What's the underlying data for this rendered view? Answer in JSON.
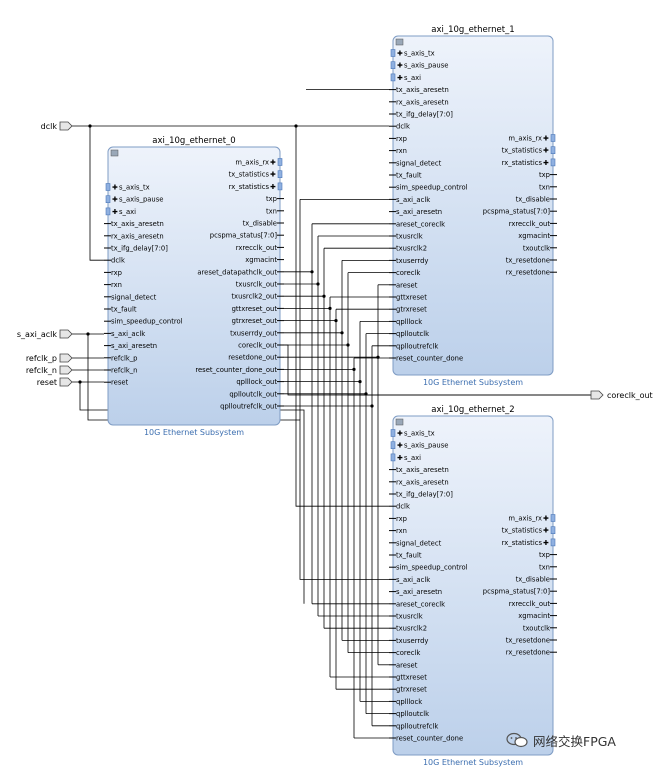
{
  "ports": {
    "dclk": "dclk",
    "s_axi_aclk": "s_axi_aclk",
    "refclk_p": "refclk_p",
    "refclk_n": "refclk_n",
    "reset": "reset",
    "coreclk_out": "coreclk_out"
  },
  "blocks": [
    {
      "name": "axi_10g_ethernet_0",
      "subtitle": "10G Ethernet Subsystem",
      "left_pins": [
        "s_axis_tx",
        "s_axis_pause",
        "s_axi",
        "tx_axis_aresetn",
        "rx_axis_aresetn",
        "tx_ifg_delay[7:0]",
        "dclk",
        "rxp",
        "rxn",
        "signal_detect",
        "tx_fault",
        "sim_speedup_control",
        "s_axi_aclk",
        "s_axi_aresetn",
        "refclk_p",
        "refclk_n",
        "reset"
      ],
      "right_pins": [
        "m_axis_rx",
        "tx_statistics",
        "rx_statistics",
        "txp",
        "txn",
        "tx_disable",
        "pcspma_status[7:0]",
        "rxrecclk_out",
        "xgmacint",
        "areset_datapathclk_out",
        "txusrclk_out",
        "txusrclk2_out",
        "gttxreset_out",
        "gtrxreset_out",
        "txuserrdy_out",
        "coreclk_out",
        "resetdone_out",
        "reset_counter_done_out",
        "qplllock_out",
        "qplloutclk_out",
        "qplloutrefclk_out"
      ]
    },
    {
      "name": "axi_10g_ethernet_1",
      "subtitle": "10G Ethernet Subsystem",
      "left_pins": [
        "s_axis_tx",
        "s_axis_pause",
        "s_axi",
        "tx_axis_aresetn",
        "rx_axis_aresetn",
        "tx_ifg_delay[7:0]",
        "dclk",
        "rxp",
        "rxn",
        "signal_detect",
        "tx_fault",
        "sim_speedup_control",
        "s_axi_aclk",
        "s_axi_aresetn",
        "areset_coreclk",
        "txusrclk",
        "txusrclk2",
        "txuserrdy",
        "coreclk",
        "areset",
        "gttxreset",
        "gtrxreset",
        "qplllock",
        "qplloutclk",
        "qplloutrefclk",
        "reset_counter_done"
      ],
      "right_pins": [
        "m_axis_rx",
        "tx_statistics",
        "rx_statistics",
        "txp",
        "txn",
        "tx_disable",
        "pcspma_status[7:0]",
        "rxrecclk_out",
        "xgmacint",
        "txoutclk",
        "tx_resetdone",
        "rx_resetdone"
      ]
    },
    {
      "name": "axi_10g_ethernet_2",
      "subtitle": "10G Ethernet Subsystem",
      "left_pins": [
        "s_axis_tx",
        "s_axis_pause",
        "s_axi",
        "tx_axis_aresetn",
        "rx_axis_aresetn",
        "tx_ifg_delay[7:0]",
        "dclk",
        "rxp",
        "rxn",
        "signal_detect",
        "tx_fault",
        "sim_speedup_control",
        "s_axi_aclk",
        "s_axi_aresetn",
        "areset_coreclk",
        "txusrclk",
        "txusrclk2",
        "txuserrdy",
        "coreclk",
        "areset",
        "gttxreset",
        "gtrxreset",
        "qplllock",
        "qplloutclk",
        "qplloutrefclk",
        "reset_counter_done"
      ],
      "right_pins": [
        "m_axis_rx",
        "tx_statistics",
        "rx_statistics",
        "txp",
        "txn",
        "tx_disable",
        "pcspma_status[7:0]",
        "rxrecclk_out",
        "xgmacint",
        "txoutclk",
        "tx_resetdone",
        "rx_resetdone"
      ]
    }
  ],
  "watermark": "网络交换FPGA",
  "colors": {
    "block_fill_top": "#eef3fb",
    "block_fill_bottom": "#bcd0ea",
    "block_border": "#7f9cc4",
    "footer_text": "#3d6fb0"
  }
}
